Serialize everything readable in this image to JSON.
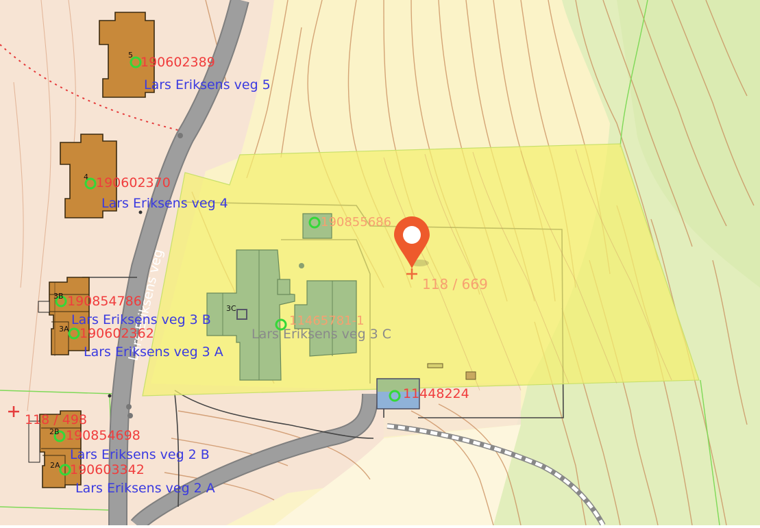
{
  "map": {
    "road_label": "Lars Eriksens veg",
    "marker_label": "118 / 669",
    "other_parcel_label": "118 / 498",
    "buildings": [
      {
        "id": "190602389",
        "address": "Lars Eriksens veg 5",
        "house_no": "5"
      },
      {
        "id": "190602370",
        "address": "Lars Eriksens veg 4",
        "house_no": "4"
      },
      {
        "id": "190854786",
        "address": "Lars Eriksens veg 3 B",
        "house_no": "3B"
      },
      {
        "id": "190602362",
        "address": "Lars Eriksens veg 3 A",
        "house_no": "3A"
      },
      {
        "id": "190854698",
        "address": "Lars Eriksens veg 2 B",
        "house_no": "2B"
      },
      {
        "id": "190603342",
        "address": "Lars Eriksens veg 2 A",
        "house_no": "2A"
      }
    ],
    "selected": {
      "top_building_id": "190855686",
      "main_building_id": "11465781-1",
      "main_address": "Lars Eriksens veg 3 C",
      "main_house_no": "3C",
      "garage_id": "11448224"
    },
    "colors": {
      "parcel_highlight": "#f4f070",
      "residential": "#f7e4d4",
      "terrain": "#fbf3c8",
      "forest": "#e2eebc",
      "road": "#9a9a9a",
      "contour": "#c88a5a",
      "building": "#c8893a",
      "building_green": "#a3c28a",
      "marker": "#ee5a2c",
      "point": "#34d838"
    }
  }
}
